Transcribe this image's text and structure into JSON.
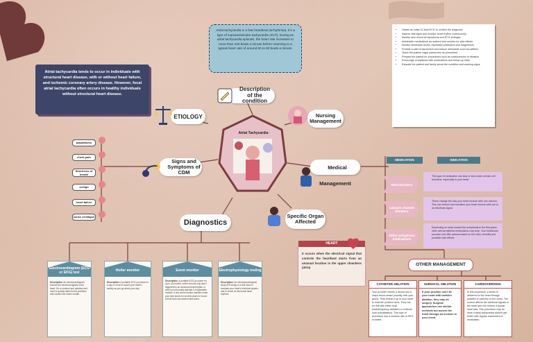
{
  "center": {
    "title": "Atrial Tachycardia"
  },
  "definition": {
    "text": "Atrial tachycardia is a fast heartbeat (arrhythmia). It's a type of supraventricular tachycardia (SVT). During an atrial tachycardia episode, the heart rate increases to more than 100 beats a minute before returning to a typical heart rate of around 60 to 80 beats a minute."
  },
  "etiology_text": {
    "text": "Atrial tachycardia tends to occur in individuals with structural heart disease, with or without heart failure, and ischemic coronary artery disease. However, focal atrial tachycardia often occurs in healthy individuals without structural heart disease."
  },
  "labels": {
    "description": "Description of the condition",
    "etiology": "ETIOLOGY",
    "nursing": "Nursing Management",
    "signs": "Signs and Symptoms of CDM",
    "medical": "Medical Management",
    "diagnostics": "Diagnostics",
    "organ": "Specific Organ Affected"
  },
  "signs_list": [
    "palpitations",
    "chest pain",
    "Shortness of breath",
    "vertigo",
    "heart failure",
    "sense of fatigue"
  ],
  "heart": {
    "title": "HEART",
    "text": "It occurs when the electrical signal that controls the heartbeat starts from an unusual location in the upper chambers (atria)"
  },
  "medication": {
    "headers": [
      "MEDICATION",
      "INDICATION"
    ],
    "rows": [
      {
        "drug": "Beta-blockers",
        "indication": "This type of medication can stop or slow down certain cell functions, especially in your heart."
      },
      {
        "drug": "calcium channel blockers",
        "indication": "These change the way your heart muscle cells use calcium. This can reduce how sensitive your heart muscle cells are to an electrical signal."
      },
      {
        "drug": "Other arrhythmia medications",
        "indication": "Depending on what caused the arrhythmia in the first place, other anti-arrhythmia medications may help. Your healthcare provider can offer options based on the risks, benefits and possible side effects."
      }
    ]
  },
  "other_management": {
    "title": "OTHER MANAGEMENT",
    "cards": [
      {
        "title": "CATHETER ABLATION",
        "text": "Your provider inserts a device into a major blood vessel (usually near your groin). They thread it up to your heart to treat the problem area. They can do this with either heat (radiofrequency ablation) or extreme cold (cryoablation). This type of procedure has a success rate of 90% or better."
      },
      {
        "title": "SURGICAL ABLATION",
        "text": "If your provider can't fix your heart with catheter ablation, they may do surgery. Surgical approaches use similar methods but access the heart through an incision in your chest."
      },
      {
        "title": "CARDIOVERSION",
        "text": "In this procedure, a shock is delivered to the heart through paddles or patches on the chest. The current affects the electrical signals in the heart and can restore a typical heart rate. This procedure may be done if atrial tachycardia doesn't get better with regular maneuvers or medication."
      }
    ]
  },
  "diagnostics_cards": [
    {
      "title": "Electrocardiogram (ECG or EKG) test",
      "label": "Description:",
      "text": "An electrocardiogram records the electrical signals in the heart. It's a common and painless test used to quickly detect heart problems and monitor the heart's health."
    },
    {
      "title": "Holter monitor",
      "label": "Description:",
      "text": "A portable ECG you wear for a day or more to record your heart's activity as you go about your day."
    },
    {
      "title": "Event monitor",
      "label": "Description:",
      "text": "A portable ECG you wear for up to 30 months, which records only when triggered by an abnormal heart rhythm or when you manually activate it. Implantable monitor: a tiny event monitor inserted under your skin stores for several years to record events that only seldom take place."
    },
    {
      "title": "Electrophysiology testing",
      "label": "Description:",
      "text": "An electrophysiological study (EP study) is a test used to evaluate your heart's electrical system and to check for abnormal heart rhythms."
    }
  ],
  "nursing_bullets": [
    "Obtain an initial 12-lead ECG to confirm the diagnosis",
    "Assess vital signs and monitor heart rhythm continuously",
    "Monitor and record all symptoms and ECG changes",
    "Administer medications as ordered and monitor for side effects",
    "Monitor electrolyte levels, especially potassium and magnesium",
    "Provide a calm environment and reduce stimulants such as caffeine",
    "Teach the patient vagal maneuvers as prescribed",
    "Prepare the patient for procedures such as cardioversion or ablation",
    "Encourage compliance with medications and follow-up visits",
    "Educate the patient and family about the condition and warning signs"
  ],
  "colors": {
    "accent_pink": "#e8b7c4",
    "accent_teal": "#5d8da0",
    "lavender": "#e3c5ea",
    "navy": "#3d4668"
  }
}
